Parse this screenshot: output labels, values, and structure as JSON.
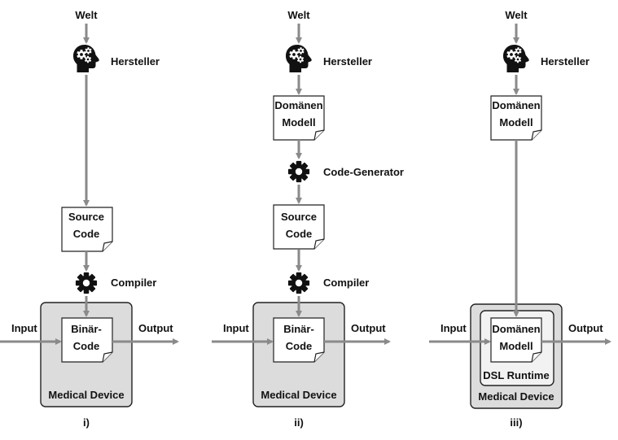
{
  "panel_i": {
    "welt": "Welt",
    "hersteller": "Hersteller",
    "source_line1": "Source",
    "source_line2": "Code",
    "compiler": "Compiler",
    "input": "Input",
    "output": "Output",
    "binary_line1": "Binär-",
    "binary_line2": "Code",
    "device": "Medical Device",
    "caption": "i)"
  },
  "panel_ii": {
    "welt": "Welt",
    "hersteller": "Hersteller",
    "model_line1": "Domänen",
    "model_line2": "Modell",
    "codegen": "Code-Generator",
    "source_line1": "Source",
    "source_line2": "Code",
    "compiler": "Compiler",
    "input": "Input",
    "output": "Output",
    "binary_line1": "Binär-",
    "binary_line2": "Code",
    "device": "Medical Device",
    "caption": "ii)"
  },
  "panel_iii": {
    "welt": "Welt",
    "hersteller": "Hersteller",
    "model_line1": "Domänen",
    "model_line2": "Modell",
    "input": "Input",
    "output": "Output",
    "inner_model_line1": "Domänen",
    "inner_model_line2": "Modell",
    "runtime": "DSL Runtime",
    "device": "Medical Device",
    "caption": "iii)"
  },
  "icons": {
    "head": "head-with-gears-icon",
    "gear": "gear-icon"
  },
  "colors": {
    "arrow": "#8a8a8a",
    "device_fill": "#dcdcdc",
    "runtime_fill": "#f2f2f2"
  }
}
